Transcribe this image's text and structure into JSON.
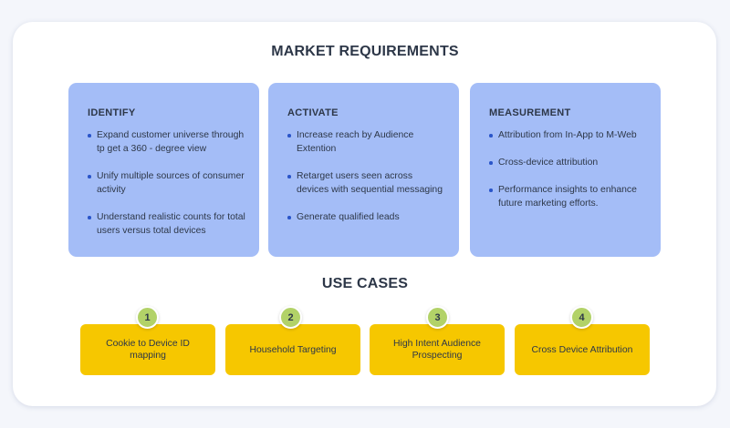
{
  "titles": {
    "market": "MARKET REQUIREMENTS",
    "use_cases": "USE CASES"
  },
  "requirements": [
    {
      "heading": "IDENTIFY",
      "items": [
        "Expand customer universe through tp get a 360 - degree view",
        "Unify multiple sources of consumer activity",
        "Understand realistic counts for total users versus total devices"
      ]
    },
    {
      "heading": "ACTIVATE",
      "items": [
        "Increase reach by Audience Extention",
        "Retarget users seen across devices with sequential messaging",
        "Generate qualified leads"
      ]
    },
    {
      "heading": "MEASUREMENT",
      "items": [
        "Attribution from In-App to M-Web",
        "Cross-device attribution",
        "Performance insights to enhance future marketing efforts."
      ]
    }
  ],
  "use_cases": [
    {
      "number": "1",
      "label": "Cookie to Device ID mapping"
    },
    {
      "number": "2",
      "label": "Household Targeting"
    },
    {
      "number": "3",
      "label": "High Intent Audience Prospecting"
    },
    {
      "number": "4",
      "label": "Cross Device Attribution"
    }
  ],
  "colors": {
    "card_blue": "#a4bdf7",
    "use_case_yellow": "#f6c700",
    "badge_green": "#b2d268",
    "bullet_blue": "#2a55c9"
  }
}
